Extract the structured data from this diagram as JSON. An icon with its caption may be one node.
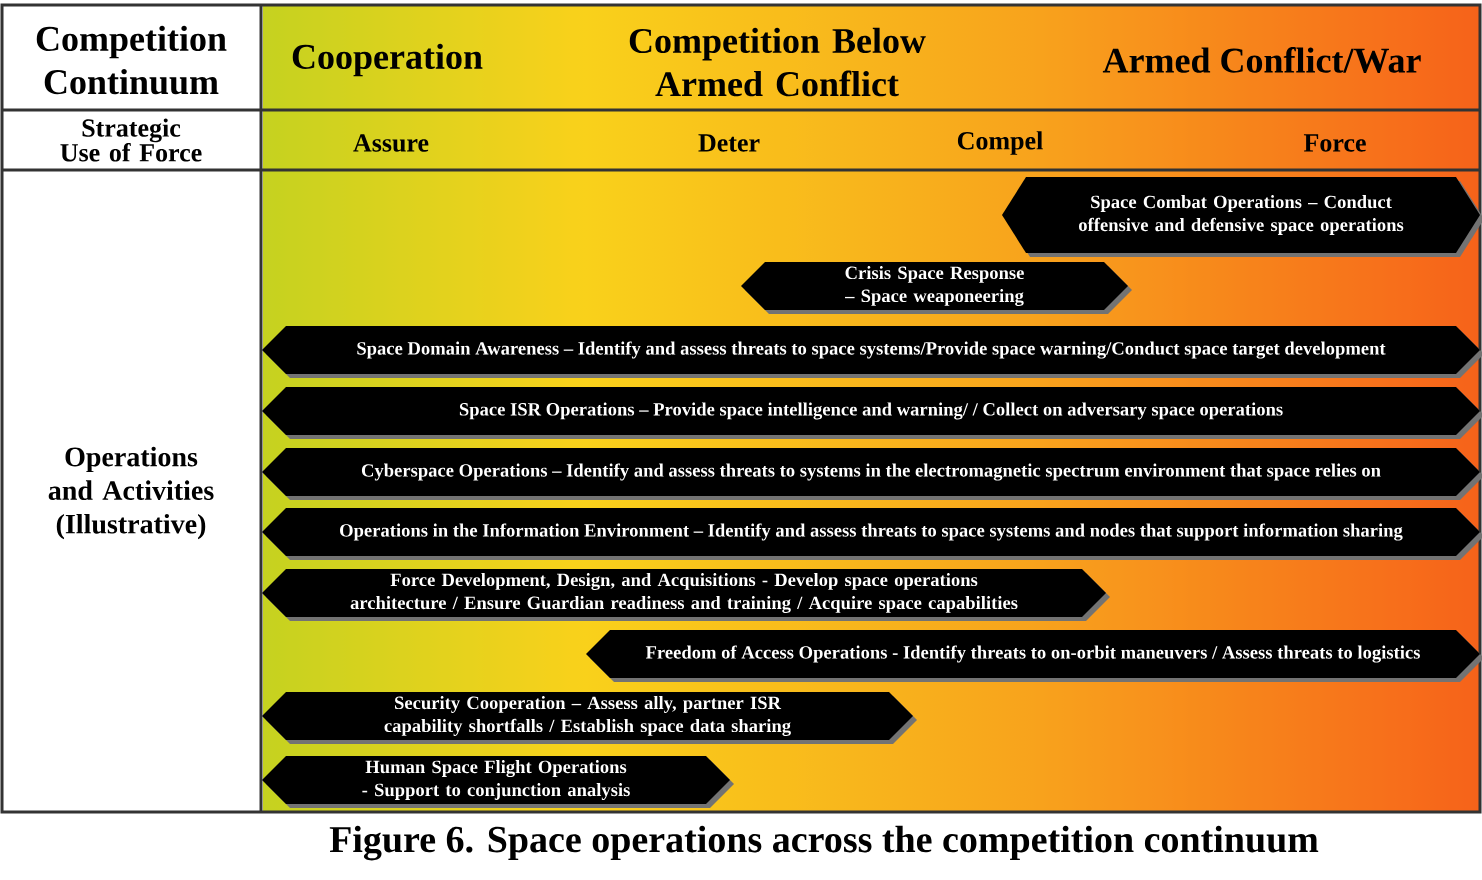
{
  "diagram": {
    "caption": "Figure 6. Space operations across the competition continuum",
    "nodes": [
      {
        "text": [
          "Space Combat Operations – Conduct offensive and defensive space operations"
        ]
      },
      {
        "text": [
          "Crisis Space Response – Space weaponeering"
        ]
      },
      {
        "text": [
          "Space Domain Awareness – Identify and assess threats to space systems/Provide space warning/Conduct space target development"
        ]
      },
      {
        "text": [
          "Space ISR Operations – Provide space intelligence and warning/ / Collect on adversary space operations"
        ]
      },
      {
        "text": [
          "Cyberspace Operations – Identify and assess threats to systems in the electromagnetic spectrum environment that space relies on"
        ]
      },
      {
        "text": [
          "Operations in the Information Environment – Identify and assess threats to space systems and nodes that support information sharing"
        ]
      },
      {
        "text": [
          "Force Development, Design, and Acquisitions - Develop space operations architecture / Ensure Guardian readiness and training / Acquire space capabilities"
        ]
      },
      {
        "text": [
          "Freedom of Access Operations - Identify threats to on-orbit maneuvers / Assess threats to logistics"
        ]
      },
      {
        "text": [
          "Security Cooperation – Assess ally, partner ISR capability shortfalls / Establish space data sharing"
        ]
      },
      {
        "text": [
          "Human Space Flight Operations - Support to conjunction analysis"
        ]
      }
    ],
    "labels": [
      "Competition Continuum",
      "Cooperation",
      "Competition Below Armed Conflict",
      "Armed Conflict/War",
      "Strategic Use of Force",
      "Assure",
      "Deter",
      "Compel",
      "Force",
      "Operations and Activities (Illustrative)"
    ]
  }
}
